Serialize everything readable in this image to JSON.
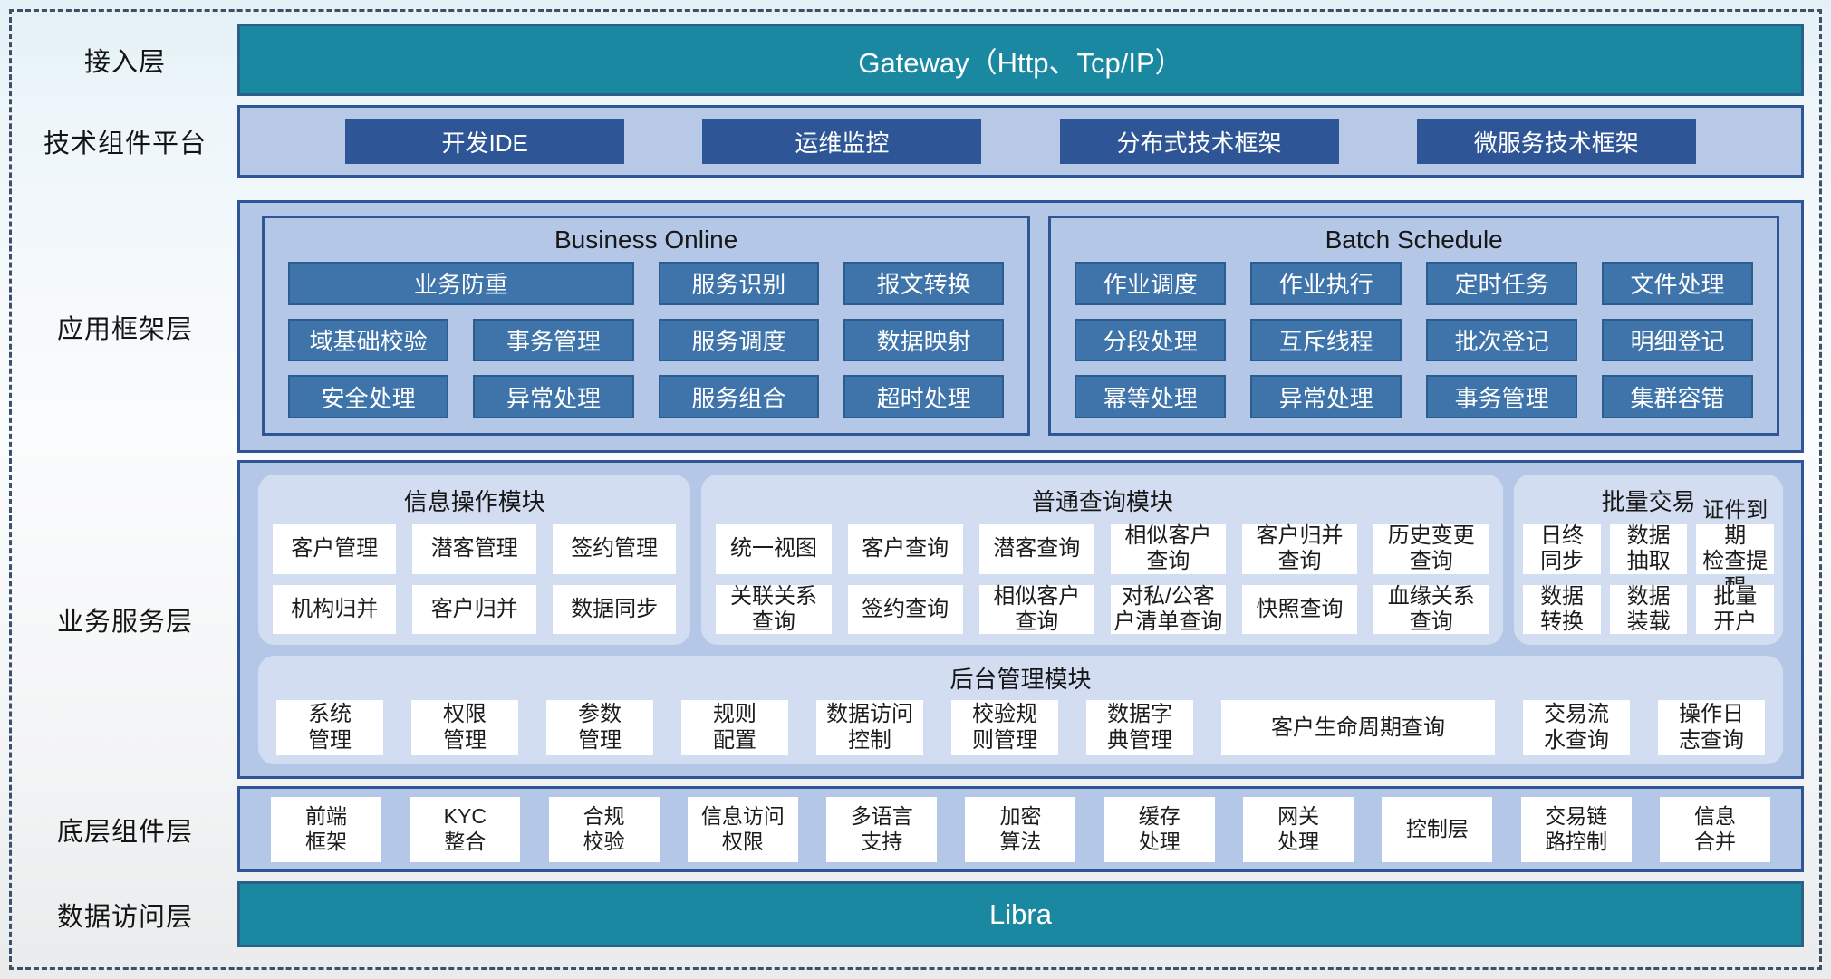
{
  "colors": {
    "teal": "#1b88a2",
    "dark_blue_button": "#2e5596",
    "medium_blue_button": "#3f74ab",
    "container_fill": "#b4c7e7",
    "module_fill": "#d3ddf1",
    "border_blue": "#2f5597",
    "dashed_border": "#3c5068"
  },
  "access_layer": {
    "label": "接入层",
    "gateway_label": "Gateway（Http、Tcp/IP）"
  },
  "tech_platform": {
    "label": "技术组件平台",
    "items": [
      "开发IDE",
      "运维监控",
      "分布式技术框架",
      "微服务技术框架"
    ]
  },
  "app_framework": {
    "label": "应用框架层",
    "business_online": {
      "title": "Business Online",
      "cells": [
        "业务防重",
        "服务识别",
        "报文转换",
        "域基础校验",
        "事务管理",
        "服务调度",
        "数据映射",
        "安全处理",
        "异常处理",
        "服务组合",
        "超时处理"
      ]
    },
    "batch_schedule": {
      "title": "Batch Schedule",
      "cells": [
        "作业调度",
        "作业执行",
        "定时任务",
        "文件处理",
        "分段处理",
        "互斥线程",
        "批次登记",
        "明细登记",
        "幂等处理",
        "异常处理",
        "事务管理",
        "集群容错"
      ]
    }
  },
  "business_service": {
    "label": "业务服务层",
    "info_module": {
      "title": "信息操作模块",
      "cells": [
        "客户管理",
        "潜客管理",
        "签约管理",
        "机构归并",
        "客户归并",
        "数据同步"
      ]
    },
    "query_module": {
      "title": "普通查询模块",
      "cells": [
        "统一视图",
        "客户查询",
        "潜客查询",
        "相似客户\n查询",
        "客户归并\n查询",
        "历史变更\n查询",
        "关联关系\n查询",
        "签约查询",
        "相似客户\n查询",
        "对私/公客\n户清单查询",
        "快照查询",
        "血缘关系\n查询"
      ]
    },
    "batch_trade": {
      "title": "批量交易",
      "cells": [
        "日终\n同步",
        "数据\n抽取",
        "证件到期\n检查提醒",
        "数据\n转换",
        "数据\n装载",
        "批量\n开户"
      ]
    },
    "admin_module": {
      "title": "后台管理模块",
      "cells": [
        "系统\n管理",
        "权限\n管理",
        "参数\n管理",
        "规则\n配置",
        "数据访问\n控制",
        "校验规\n则管理",
        "数据字\n典管理",
        "客户生命周期查询",
        "交易流\n水查询",
        "操作日\n志查询"
      ]
    }
  },
  "base_components": {
    "label": "底层组件层",
    "cells": [
      "前端\n框架",
      "KYC\n整合",
      "合规\n校验",
      "信息访问\n权限",
      "多语言\n支持",
      "加密\n算法",
      "缓存\n处理",
      "网关\n处理",
      "控制层",
      "交易链\n路控制",
      "信息\n合并"
    ]
  },
  "data_access": {
    "label": "数据访问层",
    "bar_label": "Libra"
  }
}
